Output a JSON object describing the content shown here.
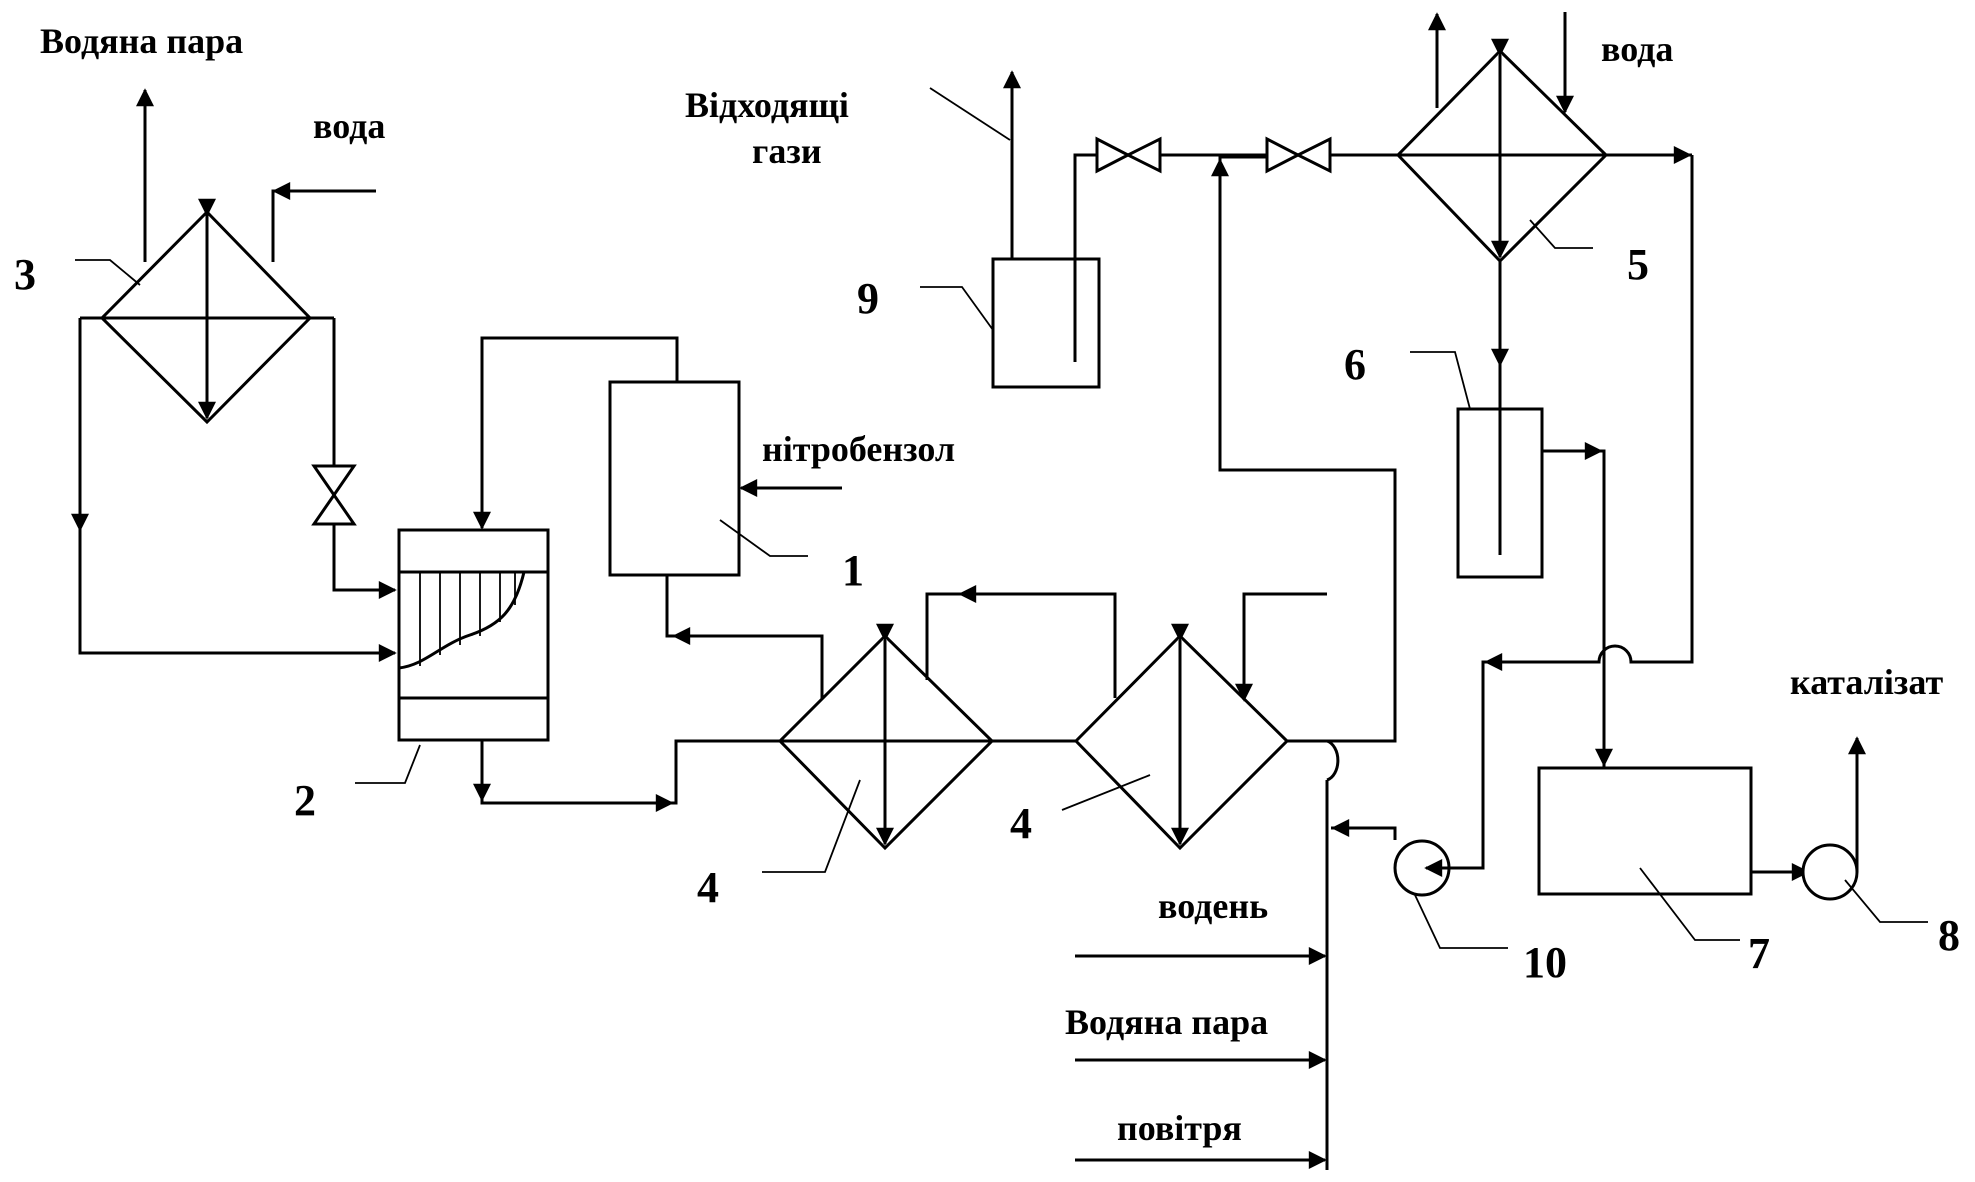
{
  "streams": {
    "steam_out": "Водяна пара",
    "water_3": "вода",
    "offgas_line1": "Відходящі",
    "offgas_line2": "гази",
    "water_5": "вода",
    "nitrobenzene": "нітробензол",
    "catalyst": "каталізат",
    "hydrogen": "водень",
    "steam_in": "Водяна пара",
    "air": "повітря"
  },
  "equipment_numbers": {
    "n1": "1",
    "n2": "2",
    "n3": "3",
    "n4a": "4",
    "n4b": "4",
    "n5": "5",
    "n6": "6",
    "n7": "7",
    "n8": "8",
    "n9": "9",
    "n10": "10"
  }
}
